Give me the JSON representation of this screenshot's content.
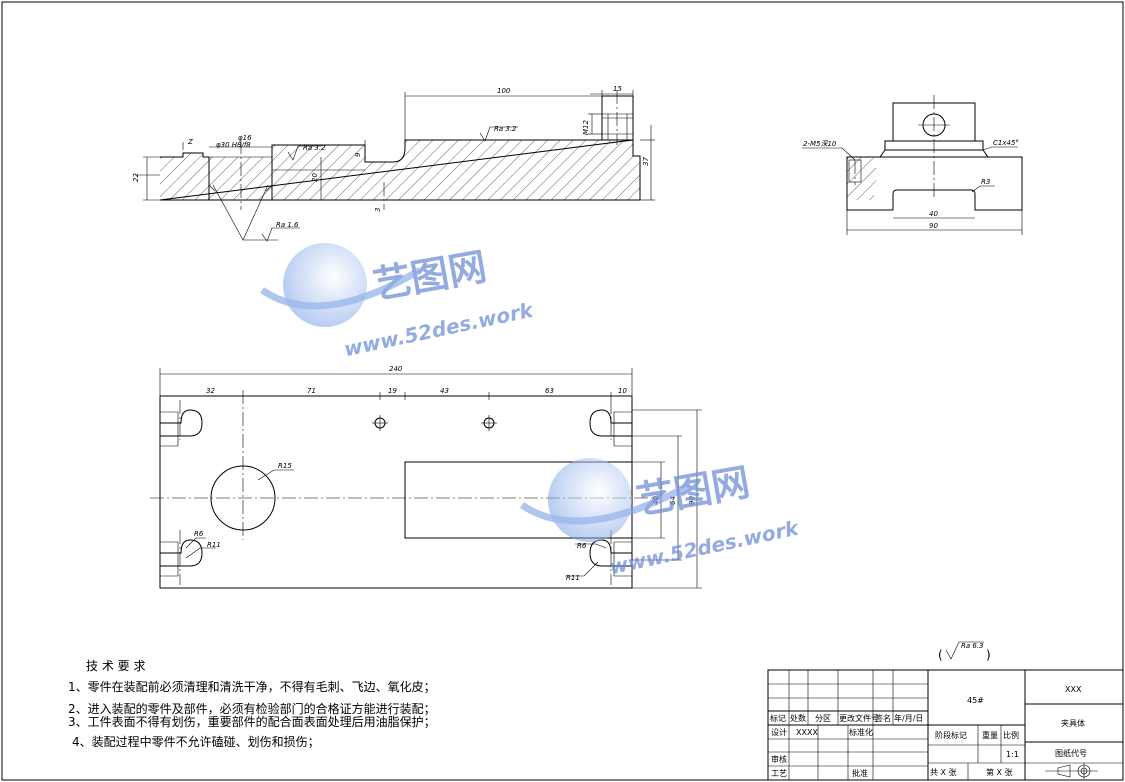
{
  "drawing": {
    "dimensions": {
      "front": {
        "len_100": "100",
        "len_15": "15",
        "dia_top": "φ16",
        "dia_bore": "φ30 H8/f8",
        "h_22": "22",
        "h_37": "37",
        "h_20": "20",
        "h_9": "9",
        "h_3": "3",
        "z_mark": "Z",
        "m12": "M12",
        "ra_a": "Ra 3.2",
        "ra_b": "Ra 3.2",
        "ra_c": "Ra 1.6"
      },
      "side": {
        "thread": "2-M5深10",
        "chamfer": "C1x45°",
        "radius": "R3",
        "w_40": "40",
        "w_90": "90"
      },
      "plan": {
        "total": "240",
        "d32": "32",
        "d71": "71",
        "d19": "19",
        "d43": "43",
        "d63": "63",
        "d10": "10",
        "r15": "R15",
        "r6a": "R6",
        "r11a": "R11",
        "r6b": "R6",
        "r11b": "R11",
        "h40": "40",
        "h64": "64",
        "h90": "90"
      }
    },
    "surface_finish_note": "Ra 6.3",
    "tech_requirements": {
      "title": "技 术 要 求",
      "items": [
        "1、零件在装配前必须清理和清洗干净，不得有毛刺、飞边、氧化皮；",
        "2、进入装配的零件及部件，必须有检验部门的合格证方能进行装配；",
        "3、工件表面不得有划伤，重要部件的配合面表面处理后用油脂保护；",
        "4、装配过程中零件不允许磕碰、划伤和损伤；"
      ]
    },
    "title_block": {
      "headers": [
        "标记",
        "处数",
        "分区",
        "更改文件号",
        "签名",
        "年/月/日"
      ],
      "design": "设计",
      "designer": "XXXX",
      "standardize": "标准化",
      "review": "审核",
      "process": "工艺",
      "approve": "批准",
      "material": "45#",
      "stage_mark": "阶段标记",
      "weight": "重量",
      "scale_label": "比例",
      "scale": "1:1",
      "sheets_total": "共  X  张",
      "sheet_no": "第  X  张",
      "company": "XXX",
      "part_name": "夹具体",
      "drawing_no": "图纸代号"
    },
    "watermark": {
      "brand": "艺图网",
      "url": "www.52des.work"
    }
  }
}
